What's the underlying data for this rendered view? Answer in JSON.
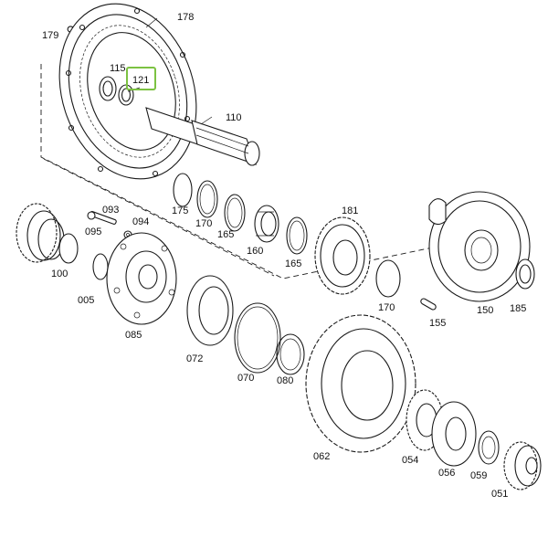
{
  "diagram": {
    "highlight_color": "#7cc242",
    "highlighted_part": "121",
    "labels": {
      "p179": "179",
      "p178": "178",
      "p115": "115",
      "p121": "121",
      "p110": "110",
      "p175": "175",
      "p170a": "170",
      "p165a": "165",
      "p160": "160",
      "p165b": "165",
      "p181": "181",
      "p170b": "170",
      "p150": "150",
      "p155": "155",
      "p185": "185",
      "p093": "093",
      "p095": "095",
      "p094": "094",
      "p100": "100",
      "p005": "005",
      "p085": "085",
      "p072": "072",
      "p070": "070",
      "p080": "080",
      "p062": "062",
      "p054": "054",
      "p056": "056",
      "p059": "059",
      "p051": "051"
    }
  }
}
